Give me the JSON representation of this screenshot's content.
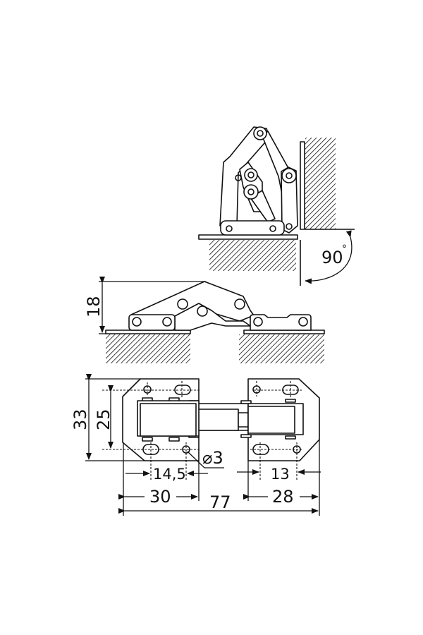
{
  "drawing": {
    "open_angle_label": "90",
    "degree_symbol": "°",
    "height_label": "18",
    "overall_height_label": "33",
    "hole_spacing_label": "25",
    "hole_diameter_label": "⌀3",
    "left_hole_offset_label": "14,5",
    "right_hole_offset_label": "13",
    "left_plate_width_label": "30",
    "overall_width_label": "77",
    "right_plate_width_label": "28"
  },
  "colors": {
    "line": "#111111",
    "background": "#ffffff"
  }
}
